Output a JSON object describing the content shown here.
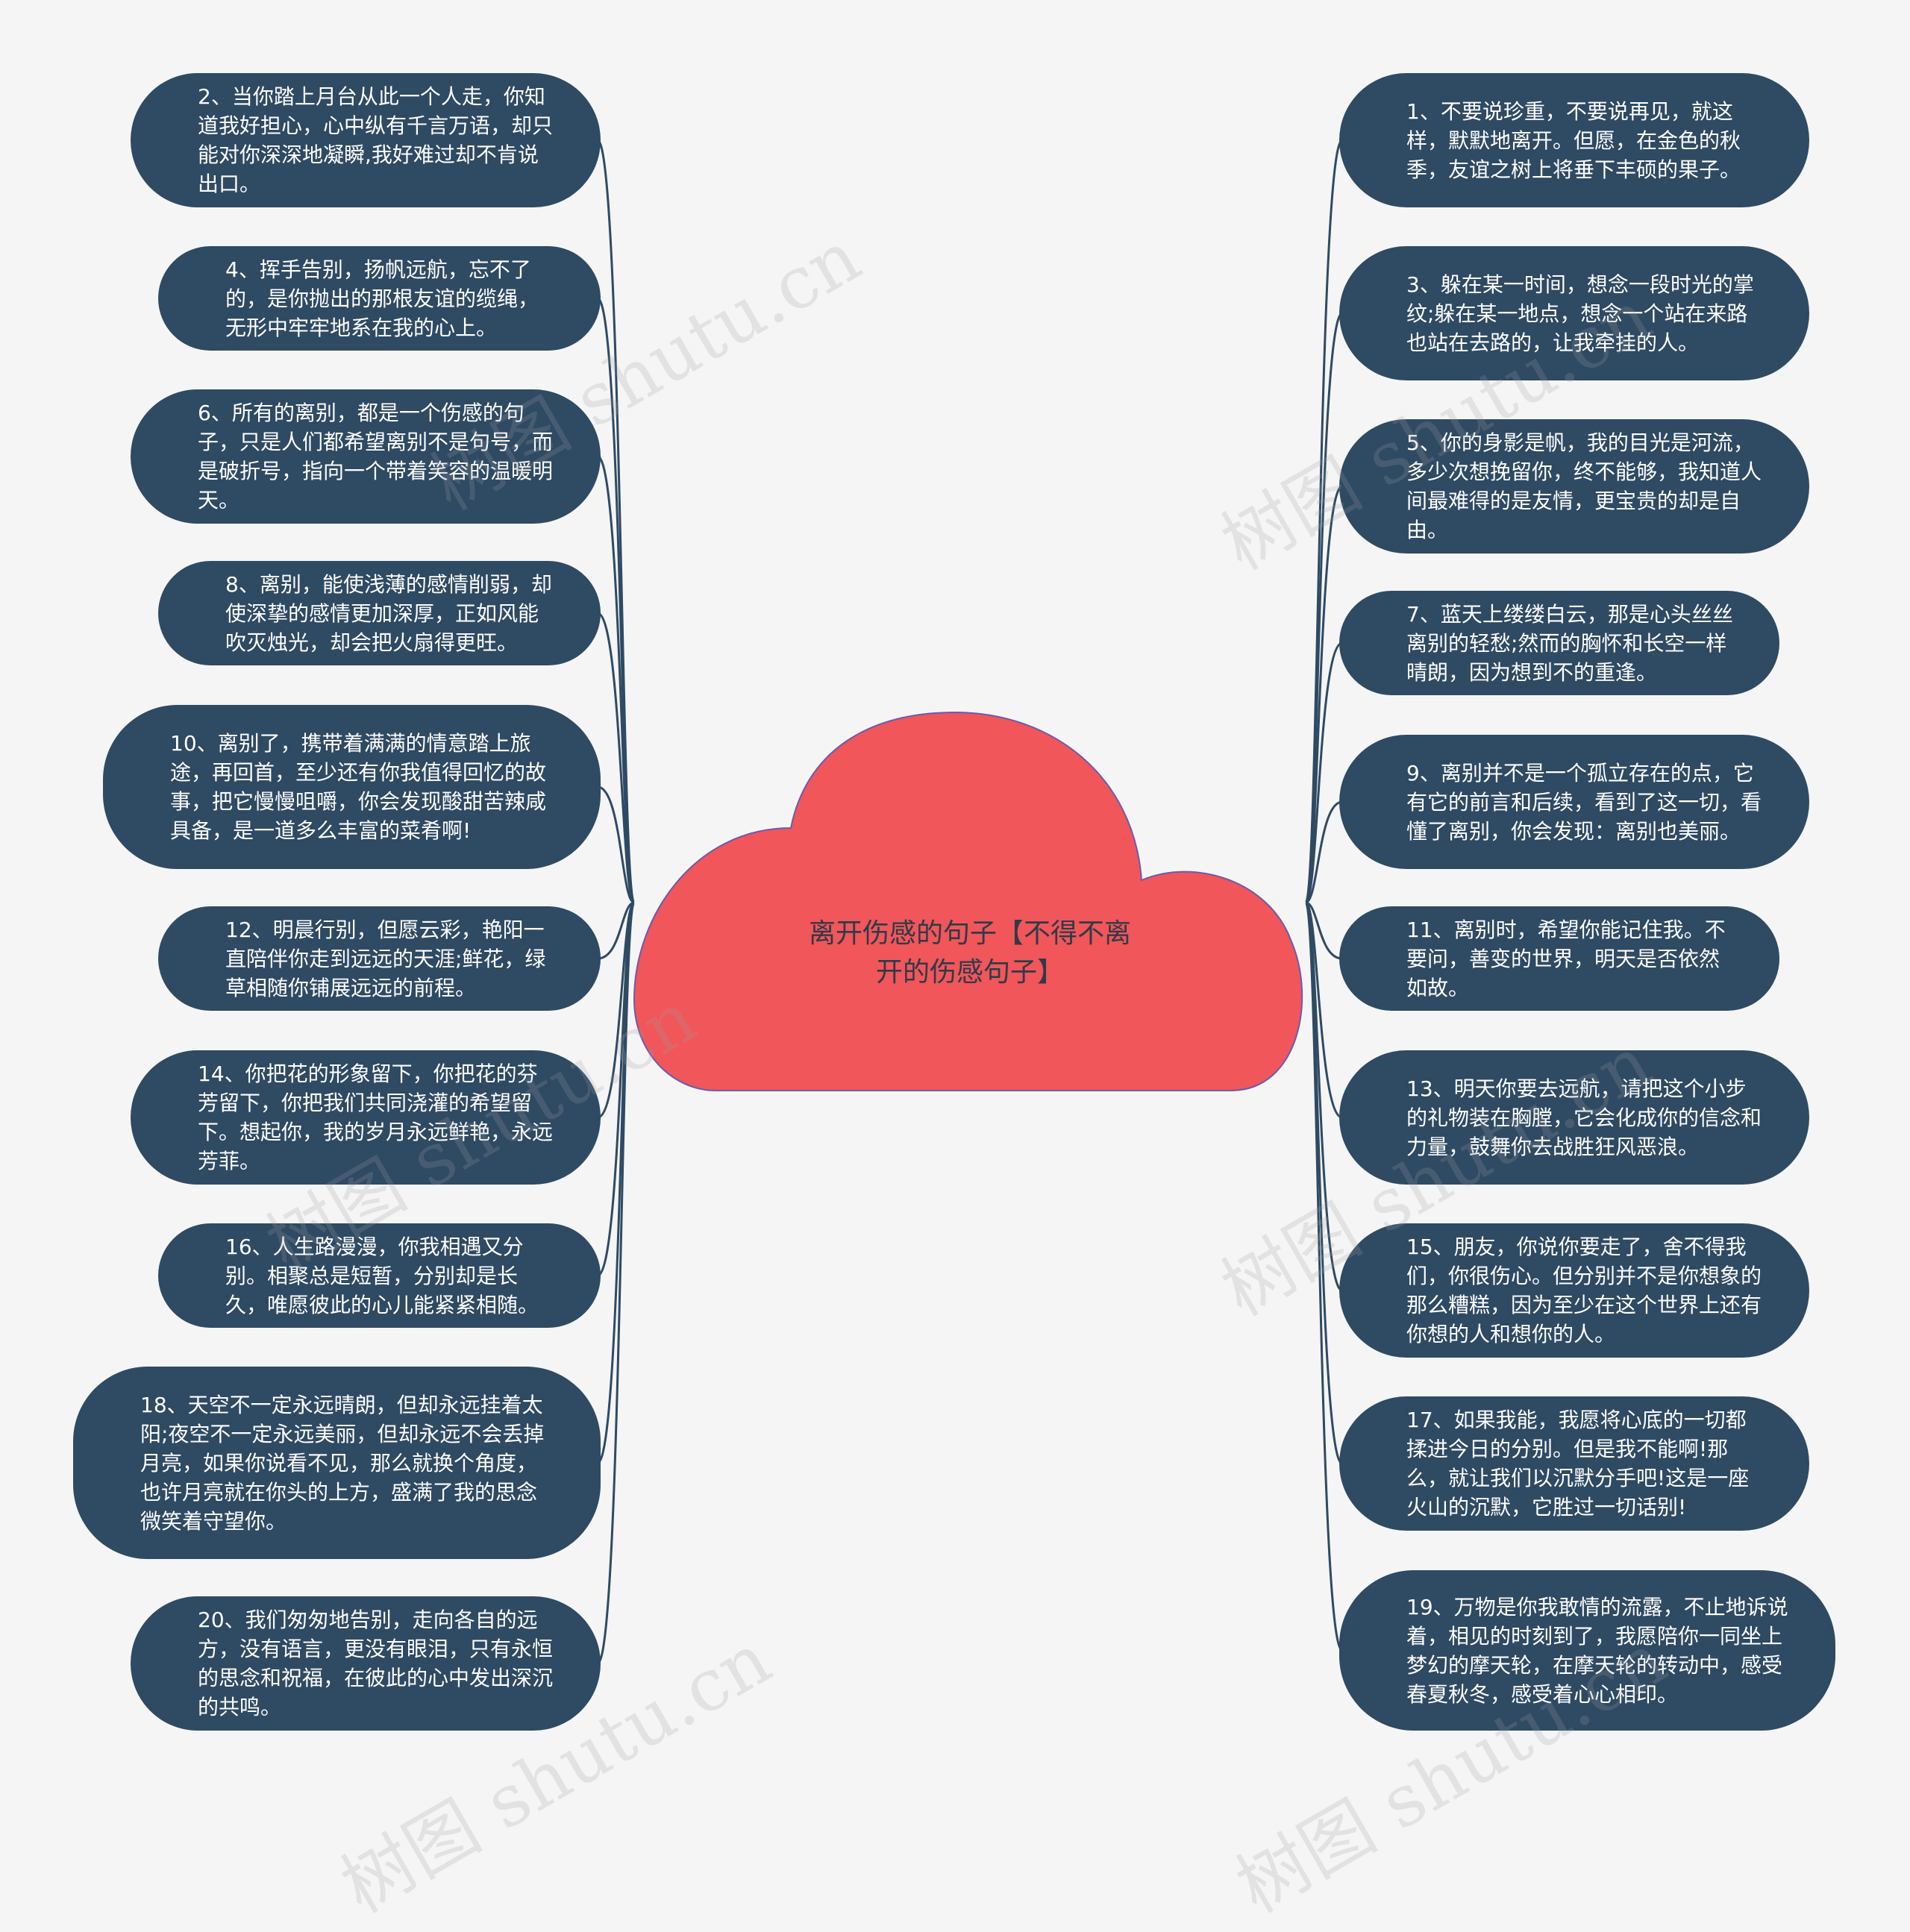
{
  "center": {
    "title": "离开伤感的句子【不得不离开的伤感句子】",
    "fill": "#f0565a",
    "stroke": "#6a5bb0"
  },
  "colors": {
    "node_fill": "#2f4a63",
    "node_text": "#ffffff",
    "connector": "#2f4a63",
    "background": "#f5f5f6"
  },
  "watermark": "树图 shutu.cn",
  "left_nodes": [
    {
      "text": "2、当你踏上月台从此一个人走，你知道我好担心，心中纵有千言万语，却只能对你深深地凝瞬,我好难过却不肯说出口。"
    },
    {
      "text": "4、挥手告别，扬帆远航，忘不了的，是你抛出的那根友谊的缆绳，无形中牢牢地系在我的心上。"
    },
    {
      "text": "6、所有的离别，都是一个伤感的句子，只是人们都希望离别不是句号，而是破折号，指向一个带着笑容的温暖明天。"
    },
    {
      "text": "8、离别，能使浅薄的感情削弱，却使深挚的感情更加深厚，正如风能吹灭烛光，却会把火扇得更旺。"
    },
    {
      "text": "10、离别了，携带着满满的情意踏上旅途，再回首，至少还有你我值得回忆的故事，把它慢慢咀嚼，你会发现酸甜苦辣咸具备，是一道多么丰富的菜肴啊!"
    },
    {
      "text": "12、明晨行别，但愿云彩，艳阳一直陪伴你走到远远的天涯;鲜花，绿草相随你铺展远远的前程。"
    },
    {
      "text": "14、你把花的形象留下，你把花的芬芳留下，你把我们共同浇灌的希望留下。想起你，我的岁月永远鲜艳，永远芳菲。"
    },
    {
      "text": "16、人生路漫漫，你我相遇又分别。相聚总是短暂，分别却是长久，唯愿彼此的心儿能紧紧相随。"
    },
    {
      "text": "18、天空不一定永远晴朗，但却永远挂着太阳;夜空不一定永远美丽，但却永远不会丢掉月亮，如果你说看不见，那么就换个角度，也许月亮就在你头的上方，盛满了我的思念微笑着守望你。"
    },
    {
      "text": "20、我们匆匆地告别，走向各自的远方，没有语言，更没有眼泪，只有永恒的思念和祝福，在彼此的心中发出深沉的共鸣。"
    }
  ],
  "right_nodes": [
    {
      "text": "1、不要说珍重，不要说再见，就这样，默默地离开。但愿，在金色的秋季，友谊之树上将垂下丰硕的果子。"
    },
    {
      "text": "3、躲在某一时间，想念一段时光的掌纹;躲在某一地点，想念一个站在来路也站在去路的，让我牵挂的人。"
    },
    {
      "text": "5、你的身影是帆，我的目光是河流，多少次想挽留你，终不能够，我知道人间最难得的是友情，更宝贵的却是自由。"
    },
    {
      "text": "7、蓝天上缕缕白云，那是心头丝丝离别的轻愁;然而的胸怀和长空一样晴朗，因为想到不的重逢。"
    },
    {
      "text": "9、离别并不是一个孤立存在的点，它有它的前言和后续，看到了这一切，看懂了离别，你会发现：离别也美丽。"
    },
    {
      "text": "11、离别时，希望你能记住我。不要问，善变的世界，明天是否依然如故。"
    },
    {
      "text": "13、明天你要去远航，请把这个小步的礼物装在胸膛，它会化成你的信念和力量，鼓舞你去战胜狂风恶浪。"
    },
    {
      "text": "15、朋友，你说你要走了，舍不得我们，你很伤心。但分别并不是你想象的那么糟糕，因为至少在这个世界上还有你想的人和想你的人。"
    },
    {
      "text": "17、如果我能，我愿将心底的一切都揉进今日的分别。但是我不能啊!那么，就让我们以沉默分手吧!这是一座火山的沉默，它胜过一切话别!"
    },
    {
      "text": "19、万物是你我敢情的流露，不止地诉说着，相见的时刻到了，我愿陪你一同坐上梦幻的摩天轮，在摩天轮的转动中，感受春夏秋冬，感受着心心相印。"
    }
  ]
}
